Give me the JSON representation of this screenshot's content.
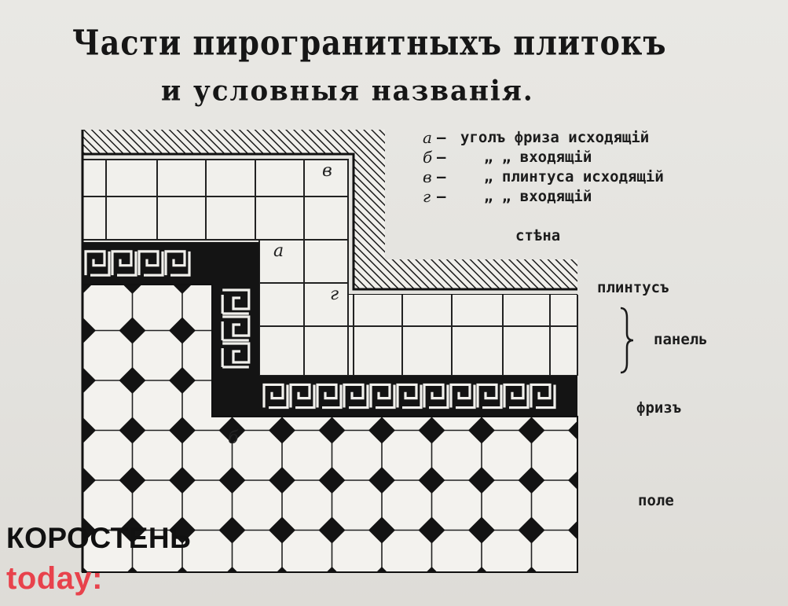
{
  "title": {
    "line1": "Части пирогранитныхъ плитокъ",
    "line2": "и условныя названія."
  },
  "legend": [
    {
      "letter": "а",
      "dash": "—",
      "text": "уголъ фриза исходящій"
    },
    {
      "letter": "б",
      "dash": "—",
      "text": "„   „   входящій"
    },
    {
      "letter": "в",
      "dash": "—",
      "text": "„   плинтуса исходящій"
    },
    {
      "letter": "г",
      "dash": "—",
      "text": "„   „   входящій"
    }
  ],
  "labels": {
    "wall": "стѣна",
    "plinth": "плинтусъ",
    "panel": "панель",
    "frieze": "фризъ",
    "field": "поле"
  },
  "diagram_letters": {
    "a": "а",
    "b": "б",
    "v": "в",
    "g": "г"
  },
  "brand": {
    "name": "КОРОСТЕНЬ",
    "suffix": "today:",
    "accent_color": "#e8424c"
  },
  "colors": {
    "ink": "#141414",
    "paper": "#f1f0ec"
  }
}
